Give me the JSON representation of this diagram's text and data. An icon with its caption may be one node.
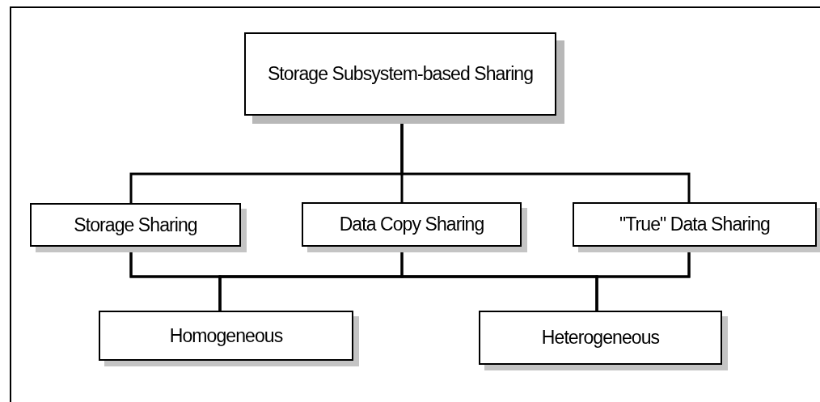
{
  "diagram": {
    "nodes": [
      {
        "text": [
          "Storage Subsystem-based Sharing"
        ]
      },
      {
        "text": [
          "Storage Sharing"
        ]
      },
      {
        "text": [
          "Data Copy Sharing"
        ]
      },
      {
        "text": [
          "\"True\" Data Sharing"
        ]
      },
      {
        "text": [
          "Homogeneous"
        ]
      },
      {
        "text": [
          "Heterogeneous"
        ]
      }
    ],
    "edges": [
      {
        "from": 0,
        "to": 1,
        "arrow": "none"
      },
      {
        "from": 0,
        "to": 2,
        "arrow": "none"
      },
      {
        "from": 0,
        "to": 3,
        "arrow": "none"
      },
      {
        "from": 1,
        "to": 4,
        "arrow": "none"
      },
      {
        "from": 1,
        "to": 5,
        "arrow": "none"
      },
      {
        "from": 2,
        "to": 4,
        "arrow": "none"
      },
      {
        "from": 2,
        "to": 5,
        "arrow": "none"
      },
      {
        "from": 3,
        "to": 4,
        "arrow": "none"
      },
      {
        "from": 3,
        "to": 5,
        "arrow": "none"
      }
    ]
  }
}
